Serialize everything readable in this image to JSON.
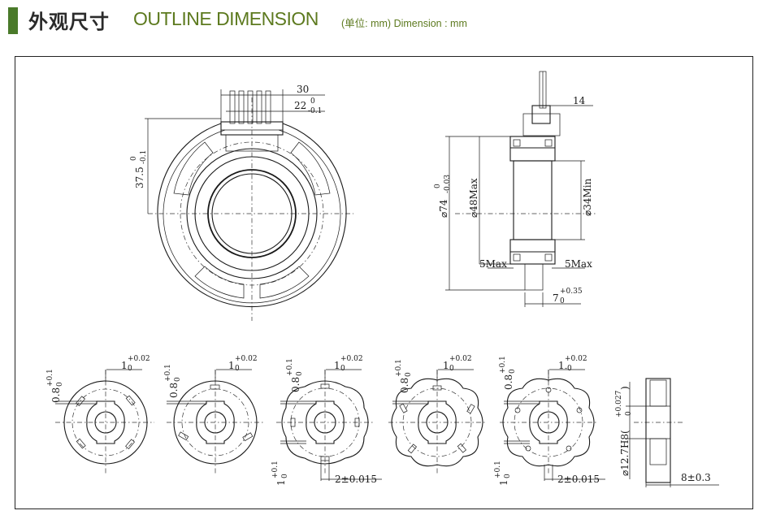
{
  "header": {
    "title_cn": "外观尺寸",
    "title_en": "OUTLINE DIMENSION",
    "unit_note": "(单位: mm) Dimension : mm",
    "accent_color": "#4a7a2a",
    "title_color": "#5d7a1f"
  },
  "front_view": {
    "dim_width_30": "30",
    "dim_22": "22",
    "dim_22_tol_upper": "0",
    "dim_22_tol_lower": "-0.1",
    "dim_37_5": "37.5",
    "dim_37_5_tol_upper": "0",
    "dim_37_5_tol_lower": "-0.1"
  },
  "side_view": {
    "dim_14": "14",
    "dim_74": "⌀74",
    "dim_74_tol_upper": "0",
    "dim_74_tol_lower": "-0.03",
    "dim_48max": "⌀48Max",
    "dim_34min": "⌀34Min",
    "dim_5max_left": "5Max",
    "dim_5max_right": "5Max",
    "dim_7": "7",
    "dim_7_tol_upper": "+0.35",
    "dim_7_tol_lower": "0"
  },
  "rotor_views": [
    {
      "dim_top": "1",
      "dim_top_tol_upper": "+0.02",
      "dim_top_tol_lower": "0",
      "dim_side": "0.8",
      "dim_side_tol_upper": "+0.1",
      "dim_side_tol_lower": "0"
    },
    {
      "dim_top": "1",
      "dim_top_tol_upper": "+0.02",
      "dim_top_tol_lower": "0",
      "dim_side": "0.8",
      "dim_side_tol_upper": "+0.1",
      "dim_side_tol_lower": "0"
    },
    {
      "dim_top": "1",
      "dim_top_tol_upper": "+0.02",
      "dim_top_tol_lower": "0",
      "dim_side": "0.8",
      "dim_side_tol_upper": "+0.1",
      "dim_side_tol_lower": "0",
      "dim_bottom_left": "1",
      "dim_bottom_left_tol_upper": "+0.1",
      "dim_bottom_left_tol_lower": "0",
      "dim_bottom": "2±0.015"
    },
    {
      "dim_top": "1",
      "dim_top_tol_upper": "+0.02",
      "dim_top_tol_lower": "0",
      "dim_side": "0.8",
      "dim_side_tol_upper": "+0.1",
      "dim_side_tol_lower": "0"
    },
    {
      "dim_top": "1",
      "dim_top_tol_upper": "+0.02",
      "dim_top_tol_lower": "-0",
      "dim_side": "0.8",
      "dim_side_tol_upper": "+0.1",
      "dim_side_tol_lower": "0",
      "dim_bottom_left": "1",
      "dim_bottom_left_tol_upper": "+0.1",
      "dim_bottom_left_tol_lower": "0",
      "dim_bottom": "2±0.015"
    }
  ],
  "section_view": {
    "dim_bore": "⌀12.7H8(",
    "dim_bore_tol_upper": "+0.027",
    "dim_bore_tol_lower": "0",
    "dim_bore_close": ")",
    "dim_width": "8±0.3"
  }
}
